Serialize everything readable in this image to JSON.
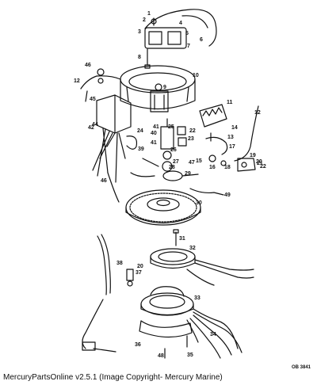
{
  "caption": "MercuryPartsOnline v2.5.1 (Image Copyright- Mercury Marine)",
  "drawing_code": "OB 3841",
  "part_labels": [
    "1",
    "2",
    "3",
    "4",
    "5",
    "6",
    "7",
    "8",
    "9",
    "10",
    "11",
    "12",
    "12",
    "13",
    "14",
    "15",
    "16",
    "17",
    "18",
    "19",
    "20",
    "20",
    "21",
    "22",
    "22",
    "23",
    "24",
    "25",
    "26",
    "27",
    "28",
    "29",
    "30",
    "31",
    "32",
    "33",
    "34",
    "35",
    "36",
    "37",
    "38",
    "39",
    "40",
    "41",
    "41",
    "42",
    "44",
    "45",
    "46",
    "46",
    "47",
    "48",
    "49",
    "50"
  ]
}
